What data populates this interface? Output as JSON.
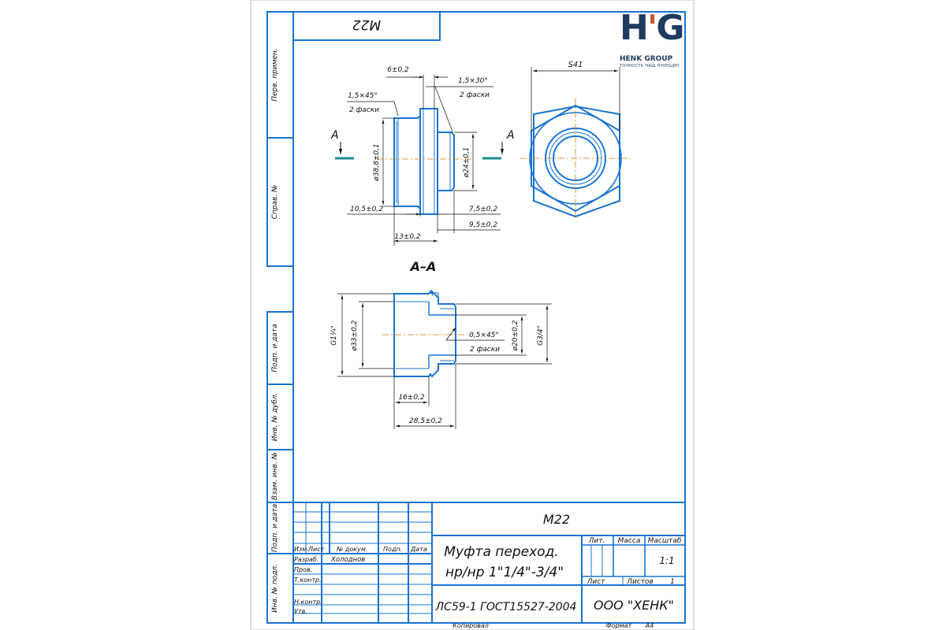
{
  "logo": {
    "mark_h": "H",
    "mark_g": "G",
    "name": "HENK GROUP",
    "tagline": "ТОЧНОСТЬ НАШ ПРИНЦИП"
  },
  "colors": {
    "part_line": "#1a73d1",
    "frame": "#1a73d1",
    "ink": "#111111",
    "section_mark": "#1a8c8c"
  },
  "stamp_corner": "M22",
  "side_labels": [
    "Перв. примен.",
    "Справ. №",
    "Подп. и дата",
    "Инв. № дубл.",
    "Взам. инв. №",
    "Подп. и дата",
    "Инв. № подл."
  ],
  "front_view": {
    "dims": {
      "width_top": "6±0,2",
      "chamfer_left": "1,5×45°",
      "chamfer_left_note": "2 фаски",
      "chamfer_right": "1,5×30°",
      "chamfer_right_note": "2 фаски",
      "dia_left": "ø38,8±0,1",
      "dia_right": "ø24±0,1",
      "len_left": "10,5±0,2",
      "len_total": "13±0,2",
      "len_right_a": "7,5±0,2",
      "len_right_b": "9,5±0,2"
    },
    "section_letter_left": "А",
    "section_letter_right": "А"
  },
  "hex_view": {
    "dim_across_flats": "S41"
  },
  "section_view": {
    "title": "А–А",
    "dims": {
      "thread_left": "G1¼\"",
      "dia_left": "ø33±0,2",
      "chamfer": "0,5×45°",
      "chamfer_note": "2 фаски",
      "dia_right": "ø20±0,2",
      "thread_right": "G3/4\"",
      "len_inner": "16±0,2",
      "len_total": "28,5±0,2"
    }
  },
  "title_block": {
    "designation": "М22",
    "name_line1": "Муфта переход.",
    "name_line2": "нр/нр 1\"1/4\"-3/4\"",
    "material": "ЛС59-1 ГОСТ15527-2004",
    "company": "ООО \"ХЕНК\"",
    "headers": [
      "Изм.",
      "Лист",
      "№ докум.",
      "Подп.",
      "Дата"
    ],
    "rows": [
      "Разраб.",
      "Пров.",
      "Т.контр.",
      "",
      "Н.контр.",
      "Утв."
    ],
    "developer": "Холоднов",
    "col_lit": "Лит.",
    "col_mass": "Масса",
    "col_scale": "Масштаб",
    "scale": "1:1",
    "sheet_label": "Лист",
    "sheets_label": "Листов",
    "sheets_count": "1",
    "copied": "Копировал",
    "format_label": "Формат",
    "format": "А4"
  }
}
